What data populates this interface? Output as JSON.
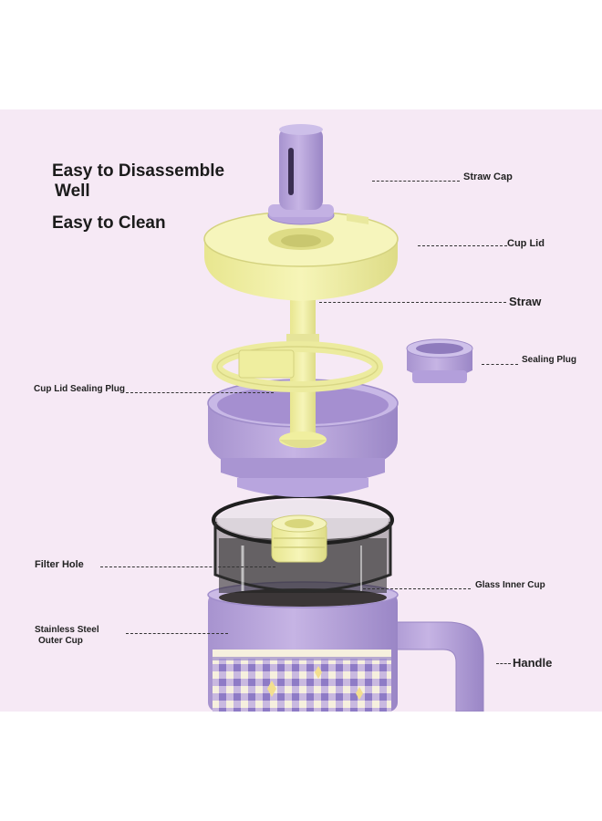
{
  "headline": {
    "line1": "Easy to Disassemble",
    "line2": "Well",
    "line3": "Easy to Clean"
  },
  "parts": {
    "straw_cap": "Straw Cap",
    "cup_lid": "Cup Lid",
    "straw": "Straw",
    "sealing_plug": "Sealing Plug",
    "cup_lid_sealing_plug": "Cup Lid Sealing Plug",
    "filter_hole": "Filter Hole",
    "glass_inner_cup": "Glass Inner Cup",
    "stainless_steel_outer_cup_line1": "Stainless Steel",
    "stainless_steel_outer_cup_line2": "Outer Cup",
    "handle": "Handle"
  },
  "colors": {
    "background": "#f6e9f5",
    "lavender": "#b9a3d9",
    "lavender_dark": "#9b86c4",
    "pale_yellow": "#f1f0a6",
    "yellow_dark": "#d6d47a",
    "glass": "#2b2b2b",
    "cream": "#f6f0de",
    "check_purple": "#8e7bc6"
  }
}
